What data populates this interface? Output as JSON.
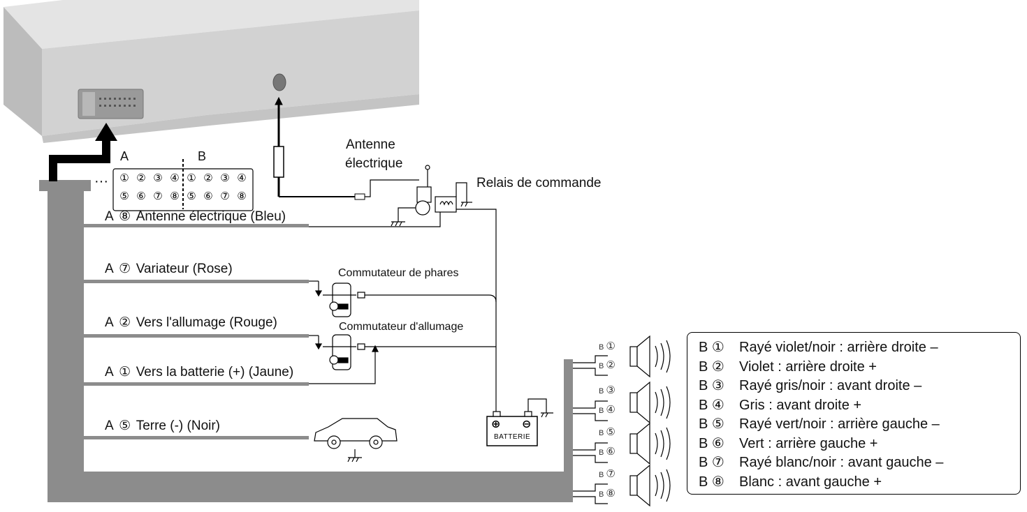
{
  "connector": {
    "block_a": "A",
    "block_b": "B",
    "row_top": [
      "①",
      "②",
      "③",
      "④",
      "①",
      "②",
      "③",
      "④"
    ],
    "row_bottom": [
      "⑤",
      "⑥",
      "⑦",
      "⑧",
      "⑤",
      "⑥",
      "⑦",
      "⑧"
    ]
  },
  "labels": {
    "antenna_top": "Antenne",
    "antenna_bottom": "électrique",
    "relay": "Relais de commande",
    "headlight_switch": "Commutateur de phares",
    "ignition_switch": "Commutateur d'allumage",
    "battery": "BATTERIE",
    "battery_plus": "⊕",
    "battery_minus": "⊖"
  },
  "wires": [
    {
      "prefix": "A",
      "pin": "⑧",
      "text": "Antenne électrique (Bleu)"
    },
    {
      "prefix": "A",
      "pin": "⑦",
      "text": "Variateur (Rose)"
    },
    {
      "prefix": "A",
      "pin": "②",
      "text": "Vers l'allumage (Rouge)"
    },
    {
      "prefix": "A",
      "pin": "①",
      "text": "Vers la batterie (+) (Jaune)"
    },
    {
      "prefix": "A",
      "pin": "⑤",
      "text": "Terre (-) (Noir)"
    }
  ],
  "speaker_terminals": [
    {
      "prefix": "B",
      "pin": "①"
    },
    {
      "prefix": "B",
      "pin": "②"
    },
    {
      "prefix": "B",
      "pin": "③"
    },
    {
      "prefix": "B",
      "pin": "④"
    },
    {
      "prefix": "B",
      "pin": "⑤"
    },
    {
      "prefix": "B",
      "pin": "⑥"
    },
    {
      "prefix": "B",
      "pin": "⑦"
    },
    {
      "prefix": "B",
      "pin": "⑧"
    }
  ],
  "legend": [
    {
      "prefix": "B ①",
      "text": "Rayé violet/noir : arrière droite –"
    },
    {
      "prefix": "B ②",
      "text": "Violet : arrière droite +"
    },
    {
      "prefix": "B ③",
      "text": "Rayé gris/noir : avant droite –"
    },
    {
      "prefix": "B ④",
      "text": "Gris : avant droite +"
    },
    {
      "prefix": "B ⑤",
      "text": "Rayé vert/noir : arrière gauche –"
    },
    {
      "prefix": "B ⑥",
      "text": "Vert : arrière gauche +"
    },
    {
      "prefix": "B ⑦",
      "text": "Rayé blanc/noir : avant gauche –"
    },
    {
      "prefix": "B ⑧",
      "text": "Blanc : avant gauche +"
    }
  ],
  "colors": {
    "harness": "#8c8c8c",
    "unit_top": "#e4e4e4",
    "unit_front": "#d2d2d2",
    "unit_side": "#bcbcbc",
    "line": "#000000"
  }
}
